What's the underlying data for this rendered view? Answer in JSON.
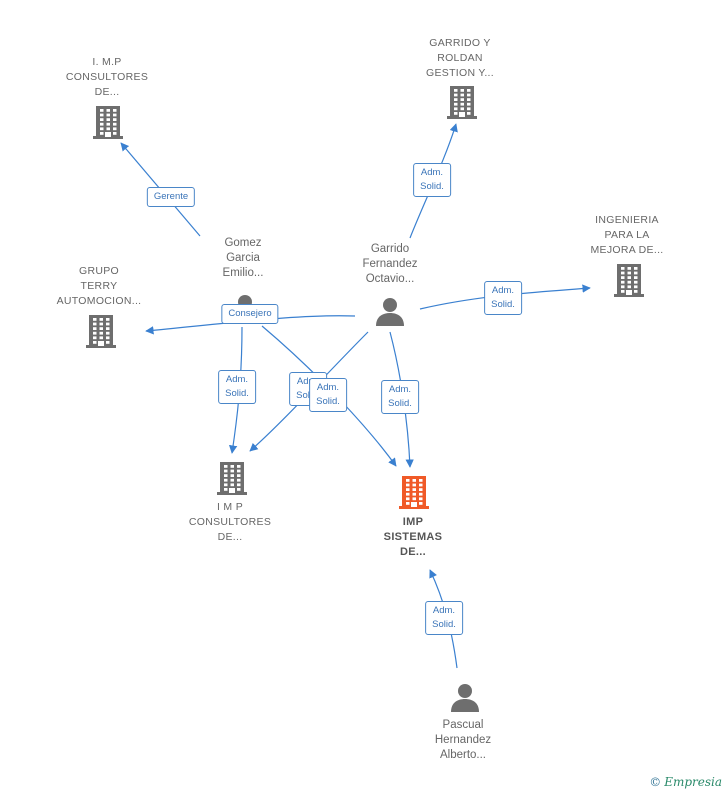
{
  "colors": {
    "edge": "#3a80d0",
    "company_icon": "#6e6e6e",
    "focus_icon": "#f05a28",
    "person_icon": "#6e6e6e"
  },
  "nodes": [
    {
      "id": "imp_consultores_top",
      "kind": "company",
      "label": "I. M.P\nCONSULTORES\nDE...",
      "icon": "building-icon"
    },
    {
      "id": "garrido_roldan",
      "kind": "company",
      "label": "GARRIDO Y\nROLDAN\nGESTION Y...",
      "icon": "building-icon"
    },
    {
      "id": "ingenieria",
      "kind": "company",
      "label": "INGENIERIA\nPARA LA\nMEJORA DE...",
      "icon": "building-icon"
    },
    {
      "id": "grupo_terry",
      "kind": "company",
      "label": "GRUPO\nTERRY\nAUTOMOCION...",
      "icon": "building-icon"
    },
    {
      "id": "imp_consultores_mid",
      "kind": "company",
      "label": "I M P\nCONSULTORES\nDE...",
      "icon": "building-icon"
    },
    {
      "id": "imp_sistemas",
      "kind": "focus",
      "label": "IMP\nSISTEMAS\nDE...",
      "icon": "building-icon"
    },
    {
      "id": "gomez",
      "kind": "person",
      "label": "Gomez\nGarcia\nEmilio...",
      "icon": "person-icon"
    },
    {
      "id": "garrido",
      "kind": "person",
      "label": "Garrido\nFernandez\nOctavio...",
      "icon": "person-icon"
    },
    {
      "id": "pascual",
      "kind": "person",
      "label": "Pascual\nHernandez\nAlberto...",
      "icon": "person-icon"
    }
  ],
  "edges": [
    {
      "from": "gomez",
      "to": "imp_consultores_top",
      "label": "Gerente"
    },
    {
      "from": "gomez",
      "to": "grupo_terry",
      "label": "Consejero"
    },
    {
      "from": "gomez",
      "to": "imp_consultores_mid",
      "label": "Adm.\nSolid."
    },
    {
      "from": "gomez",
      "to": "imp_sistemas",
      "label": "Adm.\nSolid."
    },
    {
      "from": "garrido",
      "to": "garrido_roldan",
      "label": "Adm.\nSolid."
    },
    {
      "from": "garrido",
      "to": "ingenieria",
      "label": "Adm.\nSolid."
    },
    {
      "from": "garrido",
      "to": "imp_consultores_mid",
      "label": "Adm.\nSolid."
    },
    {
      "from": "garrido",
      "to": "imp_sistemas",
      "label": "Adm.\nSolid."
    },
    {
      "from": "pascual",
      "to": "imp_sistemas",
      "label": "Adm.\nSolid."
    }
  ],
  "footer": {
    "copyright": "©",
    "brand": "Empresia"
  }
}
